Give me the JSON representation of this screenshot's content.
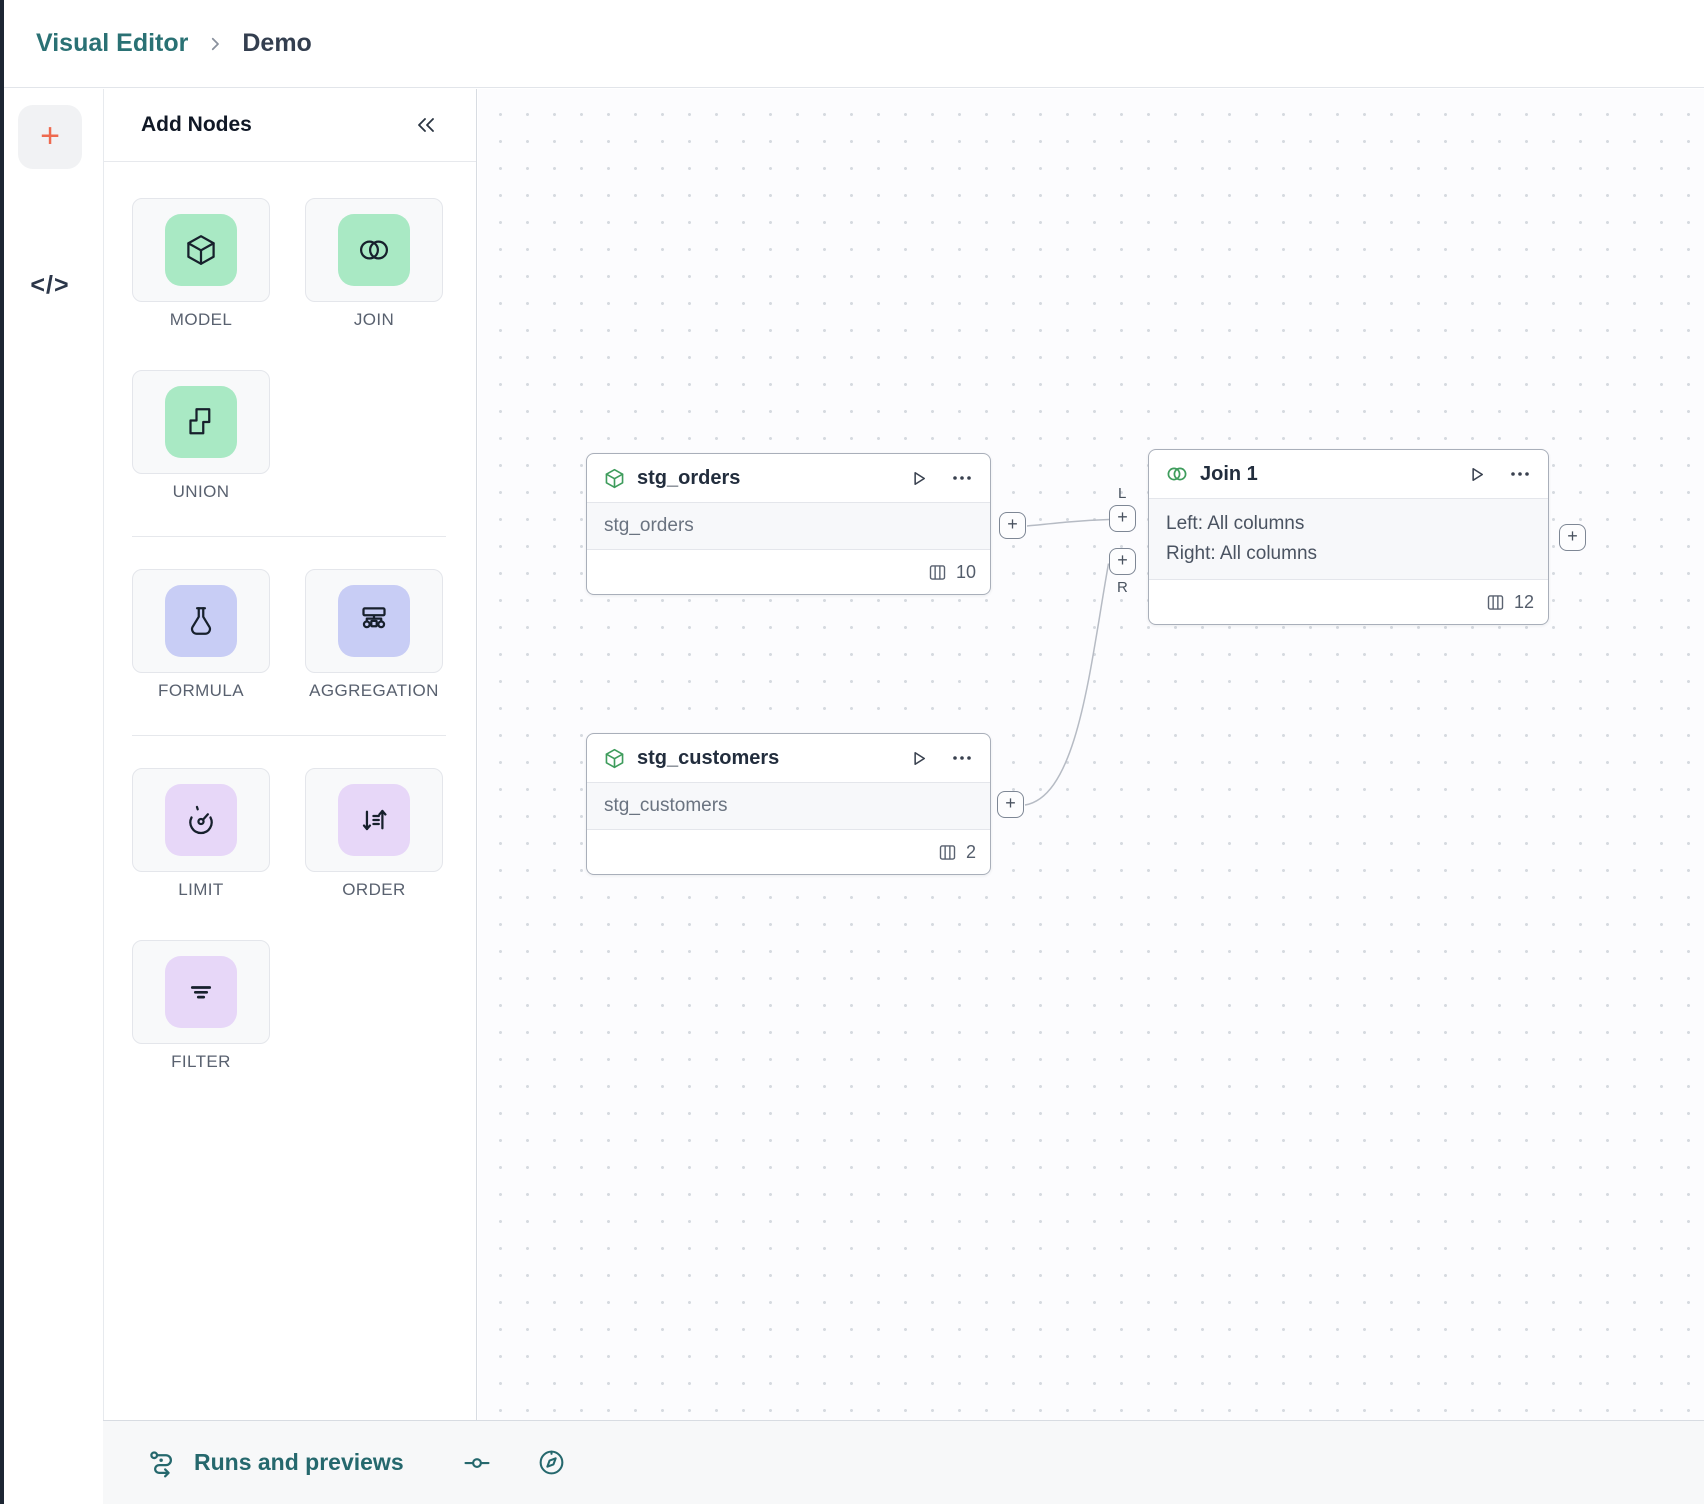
{
  "breadcrumb": {
    "root": "Visual Editor",
    "current": "Demo"
  },
  "rail": {
    "add_button": "+",
    "code_button": "</>"
  },
  "panel": {
    "title": "Add Nodes",
    "groups": [
      {
        "items": [
          {
            "label": "MODEL",
            "icon": "cube-icon"
          },
          {
            "label": "JOIN",
            "icon": "join-icon"
          },
          {
            "label": "UNION",
            "icon": "union-icon"
          }
        ]
      },
      {
        "items": [
          {
            "label": "FORMULA",
            "icon": "flask-icon"
          },
          {
            "label": "AGGREGATION",
            "icon": "aggregation-icon"
          }
        ]
      },
      {
        "items": [
          {
            "label": "LIMIT",
            "icon": "gauge-icon"
          },
          {
            "label": "ORDER",
            "icon": "sort-icon"
          },
          {
            "label": "FILTER",
            "icon": "filter-icon"
          }
        ]
      }
    ]
  },
  "canvas": {
    "nodes": [
      {
        "title": "stg_orders",
        "source": "stg_orders",
        "columns": "10"
      },
      {
        "title": "stg_customers",
        "source": "stg_customers",
        "columns": "2"
      },
      {
        "title": "Join 1",
        "left_line": "Left: All columns",
        "right_line": "Right: All columns",
        "columns": "12"
      }
    ],
    "ports": {
      "left_label": "L",
      "right_label": "R",
      "plus": "+"
    }
  },
  "statusbar": {
    "runs_label": "Runs and previews"
  },
  "colors": {
    "brand_teal": "#2A7174",
    "accent_orange": "#EE6A4F",
    "tint_green": "#A9E9C4",
    "tint_indigo": "#C8CDF5",
    "tint_purple": "#E7D7F8",
    "node_icon_green": "#3E9C5C",
    "edge_gray": "#B6BBC4"
  }
}
